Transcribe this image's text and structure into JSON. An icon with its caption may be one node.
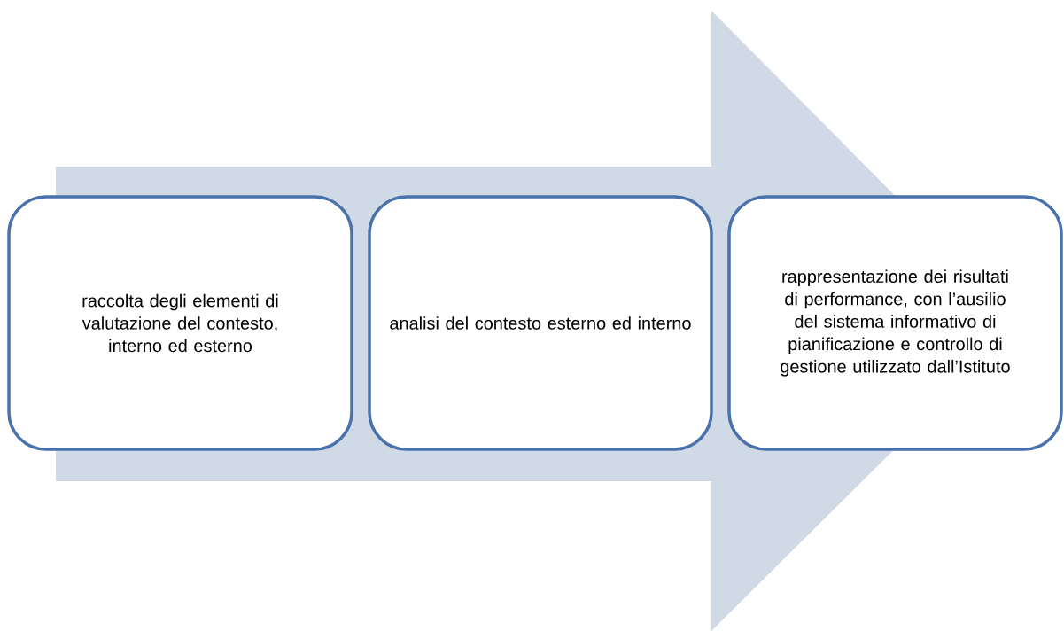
{
  "diagram": {
    "nodes": [
      {
        "text": [
          "raccolta degli elementi di valutazione del contesto, interno ed esterno"
        ]
      },
      {
        "text": [
          "analisi del contesto esterno ed interno"
        ]
      },
      {
        "text": [
          "rappresentazione dei risultati di performance, con l’ausilio del sistema informativo di pianificazione e controllo di gestione utilizzato dall’Istituto"
        ]
      }
    ],
    "edges": [
      {
        "from": 0,
        "to": 2,
        "arrow": "to"
      }
    ]
  }
}
